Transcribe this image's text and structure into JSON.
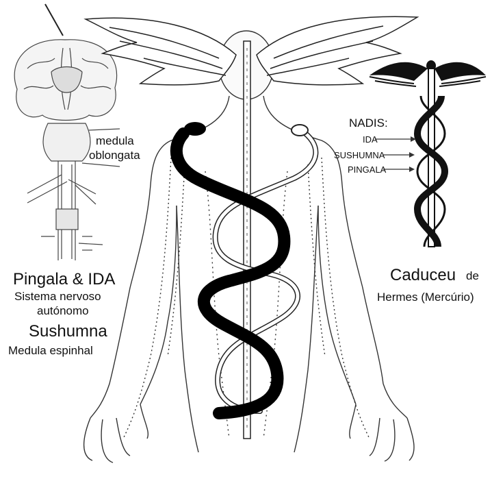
{
  "labels": {
    "medula": "medula",
    "oblongata": "oblongata",
    "pingala_ida": "Pingala & IDA",
    "sistema_nervoso": "Sistema nervoso",
    "autonomo": "autónomo",
    "sushumna": "Sushumna",
    "medula_espinhal": "Medula espinhal",
    "nadis": "NADIS:",
    "ida": "IDA",
    "sushumna_small": "SUSHUMNA",
    "pingala_small": "PINGALA",
    "caduceu": "Caduceu",
    "de": "de",
    "hermes": "Hermes (Mercúrio)"
  },
  "colors": {
    "ink": "#111111",
    "line": "#333333",
    "background": "#ffffff"
  },
  "icons": [
    "brain-icon",
    "wings-icon",
    "caduceus-icon",
    "serpent-icon",
    "human-figure-icon"
  ]
}
